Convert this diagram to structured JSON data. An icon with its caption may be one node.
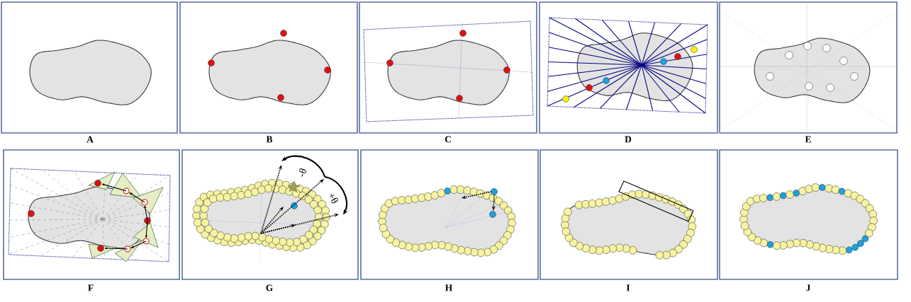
{
  "diagram": {
    "labels": [
      "A",
      "B",
      "C",
      "D",
      "E",
      "-θ",
      "+θ",
      "F",
      "G",
      "H",
      "I",
      "J"
    ]
  }
}
